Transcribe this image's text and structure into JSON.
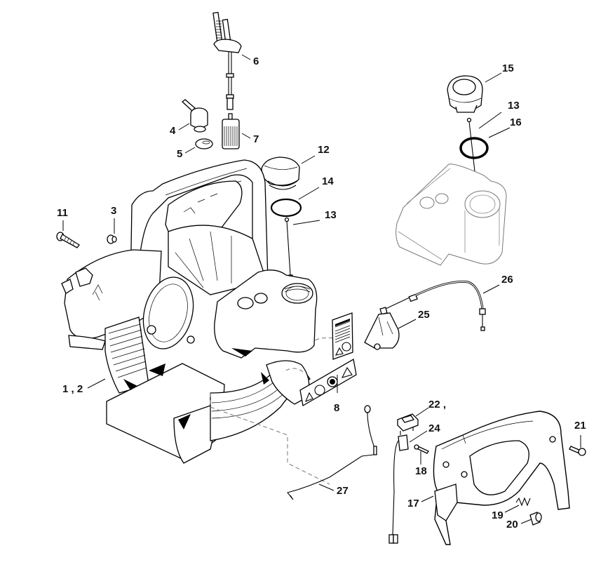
{
  "diagram": {
    "type": "exploded-parts-view",
    "callouts": [
      {
        "id": "c6",
        "label": "6",
        "part": "fuel-pickup-hose"
      },
      {
        "id": "c4",
        "label": "4",
        "part": "tank-vent"
      },
      {
        "id": "c5",
        "label": "5",
        "part": "grommet"
      },
      {
        "id": "c7",
        "label": "7",
        "part": "fuel-filter"
      },
      {
        "id": "c12",
        "label": "12",
        "part": "fuel-cap"
      },
      {
        "id": "c14",
        "label": "14",
        "part": "o-ring-large"
      },
      {
        "id": "c13a",
        "label": "13",
        "part": "retaining-cord"
      },
      {
        "id": "c15",
        "label": "15",
        "part": "oil-cap"
      },
      {
        "id": "c13b",
        "label": "13",
        "part": "retaining-cord"
      },
      {
        "id": "c16",
        "label": "16",
        "part": "o-ring"
      },
      {
        "id": "c11",
        "label": "11",
        "part": "screw"
      },
      {
        "id": "c3",
        "label": "3",
        "part": "bushing"
      },
      {
        "id": "c26",
        "label": "26",
        "part": "throttle-cable"
      },
      {
        "id": "c25",
        "label": "25",
        "part": "throttle-lever"
      },
      {
        "id": "c12b",
        "label": "1 , 2",
        "part": "fan-housing"
      },
      {
        "id": "c8",
        "label": "8",
        "part": "warning-decals"
      },
      {
        "id": "c22",
        "label": "22 ,",
        "part": "switch"
      },
      {
        "id": "c24",
        "label": "24",
        "part": "wiring-harness"
      },
      {
        "id": "c21",
        "label": "21",
        "part": "screw"
      },
      {
        "id": "c18",
        "label": "18",
        "part": "pin"
      },
      {
        "id": "c27",
        "label": "27",
        "part": "ground-wire"
      },
      {
        "id": "c17",
        "label": "17",
        "part": "handle-housing"
      },
      {
        "id": "c19",
        "label": "19",
        "part": "spring"
      },
      {
        "id": "c20",
        "label": "20",
        "part": "button"
      }
    ]
  }
}
